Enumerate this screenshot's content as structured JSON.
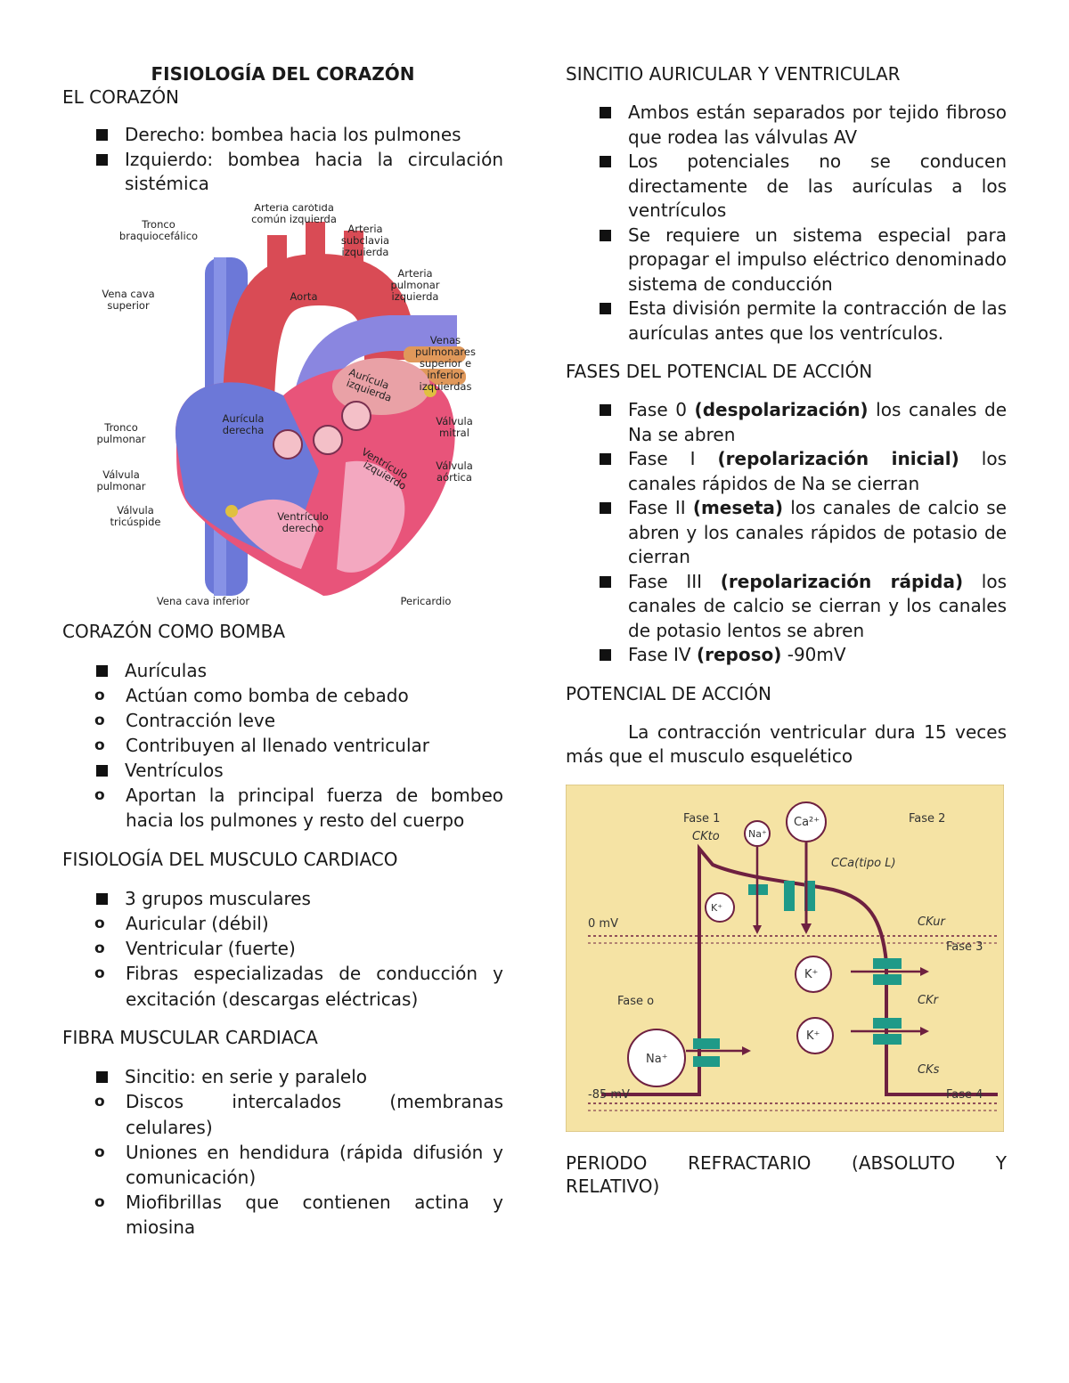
{
  "title": "FISIOLOGÍA DEL CORAZÓN",
  "left": {
    "s1_heading": "EL CORAZÓN",
    "s1_items": [
      "Derecho: bombea hacia los pulmones",
      "Izquierdo: bombea hacia la circulación sistémica"
    ],
    "heart_labels": {
      "tronco_braquio": "Tronco braquiocefálico",
      "carotida": "Arteria carótida común izquierda",
      "subclavia": "Arteria subclavia izquierda",
      "pulmonar_izq": "Arteria pulmonar izquierda",
      "vena_cava_sup": "Vena cava superior",
      "aorta": "Aorta",
      "venas_pulmonares": "Venas pulmonares superior e inferior izquierdas",
      "auricula_izq": "Aurícula izquierda",
      "auricula_der": "Aurícula derecha",
      "tronco_pulmonar": "Tronco pulmonar",
      "valvula_mitral": "Válvula mitral",
      "valvula_pulmonar": "Válvula pulmonar",
      "ventriculo_izq": "Ventrículo izquierdo",
      "valvula_aortica": "Válvula aórtica",
      "valvula_tricuspide": "Válvula tricúspide",
      "ventriculo_der": "Ventrículo derecho",
      "vena_cava_inf": "Vena cava inferior",
      "pericardio": "Pericardio"
    },
    "s2_heading": "CORAZÓN COMO BOMBA",
    "s2_auriculas": "Aurículas",
    "s2_auriculas_sub": [
      "Actúan como bomba de cebado",
      "Contracción leve",
      "Contribuyen al llenado ventricular"
    ],
    "s2_ventriculos": "Ventrículos",
    "s2_ventriculos_sub": [
      "Aportan la principal fuerza de bombeo hacia los pulmones y resto del cuerpo"
    ],
    "s3_heading": "FISIOLOGÍA DEL MUSCULO CARDIACO",
    "s3_item": "3 grupos musculares",
    "s3_sub": [
      "Auricular (débil)",
      "Ventricular (fuerte)",
      "Fibras especializadas de conducción y excitación (descargas eléctricas)"
    ],
    "s4_heading": "FIBRA MUSCULAR CARDIACA",
    "s4_item": "Sincitio: en serie y paralelo",
    "s4_sub": [
      "Discos intercalados (membranas celulares)",
      "Uniones en hendidura (rápida difusión y comunicación)",
      "Miofibrillas que contienen actina y miosina"
    ]
  },
  "right": {
    "s5_heading": "SINCITIO AURICULAR Y VENTRICULAR",
    "s5_items": [
      "Ambos están separados por tejido fibroso que rodea las válvulas AV",
      "Los potenciales no se conducen directamente de las aurículas a los ventrículos",
      "Se requiere un sistema especial para propagar el impulso eléctrico denominado sistema de conducción",
      "Esta división permite la contracción de las aurículas antes que los ventrículos."
    ],
    "s6_heading": "FASES DEL POTENCIAL DE ACCIÓN",
    "s6_items": [
      {
        "pre": "Fase 0 ",
        "bold": "(despolarización)",
        "post": " los canales de Na se abren"
      },
      {
        "pre": "Fase I ",
        "bold": "(repolarización inicial)",
        "post": " los canales rápidos de Na se cierran"
      },
      {
        "pre": "Fase II ",
        "bold": "(meseta)",
        "post": " los canales de calcio se abren y los canales rápidos de potasio de cierran"
      },
      {
        "pre": "Fase III ",
        "bold": "(repolarización rápida)",
        "post": " los canales de calcio se cierran y los canales de potasio lentos se abren"
      },
      {
        "pre": "Fase IV ",
        "bold": "(reposo)",
        "post": " -90mV"
      }
    ],
    "s7_heading": "POTENCIAL DE ACCIÓN",
    "s7_paragraph": "La contracción ventricular dura 15 veces más que el musculo esquelético",
    "ap_labels": {
      "fase1": "Fase 1",
      "fase2": "Fase 2",
      "fase3": "Fase 3",
      "fase4": "Fase 4",
      "fase0": "Fase o",
      "cktb": "CKto",
      "cca": "CCa(tipo L)",
      "ckur": "CKur",
      "ckr": "CKr",
      "cks": "CKs",
      "zero_mv": "0 mV",
      "minus85": "-85 mV",
      "na": "Na⁺",
      "ca": "Ca²⁺",
      "k": "K⁺"
    },
    "s8_heading_line1": "PERIODO REFRACTARIO (ABSOLUTO Y",
    "s8_heading_line2": "RELATIVO)"
  },
  "colors": {
    "diagram_bg": "#f5e3a4",
    "trace": "#6e2040",
    "channel": "#1f9a88",
    "heart_pink": "#e8547a",
    "heart_blue": "#6c78d8",
    "aorta_red": "#d94b55"
  }
}
